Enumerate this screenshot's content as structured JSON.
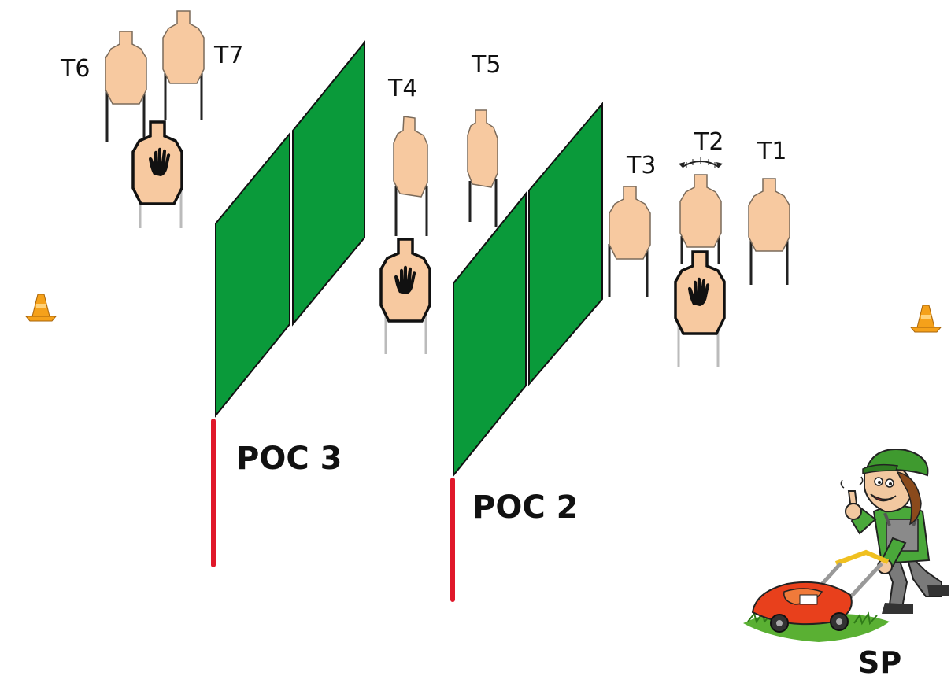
{
  "targets": {
    "t1": "T1",
    "t2": "T2",
    "t3": "T3",
    "t4": "T4",
    "t5": "T5",
    "t6": "T6",
    "t7": "T7"
  },
  "positions": {
    "poc3": "POC 3",
    "poc2": "POC 2",
    "start": "SP"
  },
  "colors": {
    "target_fill": "#f7c9a0",
    "wall_fill": "#0a9a3a",
    "poc_line": "#e0182a",
    "cone": "#f5a11a",
    "stand_shoot": "#222222",
    "stand_noshoot": "#bbbbbb"
  },
  "icons": {
    "no_shoot_marker": "hand-icon",
    "mover_indicator": "swing-arrow-icon",
    "boundary_marker": "traffic-cone-icon",
    "start_figure": "man-with-lawn-mower-icon"
  }
}
